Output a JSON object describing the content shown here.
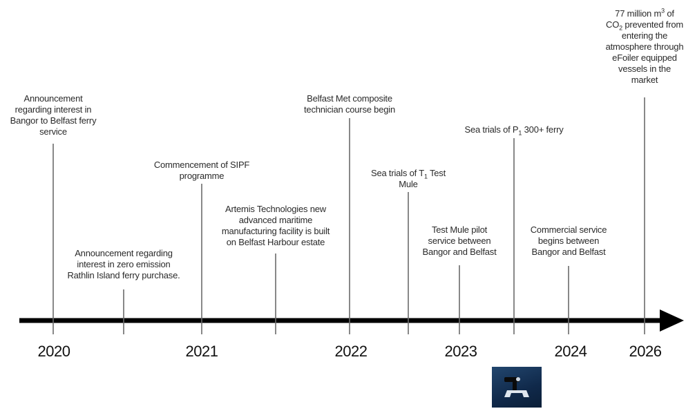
{
  "years": [
    "2020",
    "2021",
    "2022",
    "2023",
    "2024",
    "2026"
  ],
  "events": {
    "e2020": [
      "Announcement",
      "regarding interest in",
      "Bangor to Belfast ferry",
      "service"
    ],
    "e2020h": [
      "Announcement regarding",
      "interest in zero emission",
      "Rathlin Island ferry purchase."
    ],
    "e2021": [
      "Commencement of SIPF",
      "programme"
    ],
    "e2021h": [
      "Artemis Technologies new",
      "advanced maritime",
      "manufacturing facility is built",
      "on Belfast Harbour estate"
    ],
    "e2022": [
      "Belfast Met composite",
      "technician course begin"
    ],
    "e2022h": {
      "l1a": "Sea trials of T",
      "l1sub": "1",
      "l1b": " Test",
      "l2": "Mule"
    },
    "e2023": [
      "Test Mule pilot",
      "service between",
      "Bangor and Belfast"
    ],
    "e2023h": {
      "a": "Sea trials of P",
      "sub": "1",
      "b": " 300+ ferry"
    },
    "e2024": [
      "Commercial service",
      "begins between",
      "Bangor and Belfast"
    ],
    "e2026": {
      "l1a": "77 million m",
      "l1sup": "3",
      "l1b": " of",
      "l2a": "CO",
      "l2sub": "2",
      "l2b": " prevented from",
      "l3": "entering the",
      "l4": "atmosphere through",
      "l5": "eFoiler equipped",
      "l6": "vessels in the",
      "l7": "market"
    }
  },
  "colors": {
    "axis": "#000000",
    "ticks": "#6b6b6b",
    "text": "#2a2a2a",
    "logo_bg": "#1a3a60"
  },
  "icons": [
    "arrow-head-icon",
    "hydrofoil-logo-icon"
  ]
}
